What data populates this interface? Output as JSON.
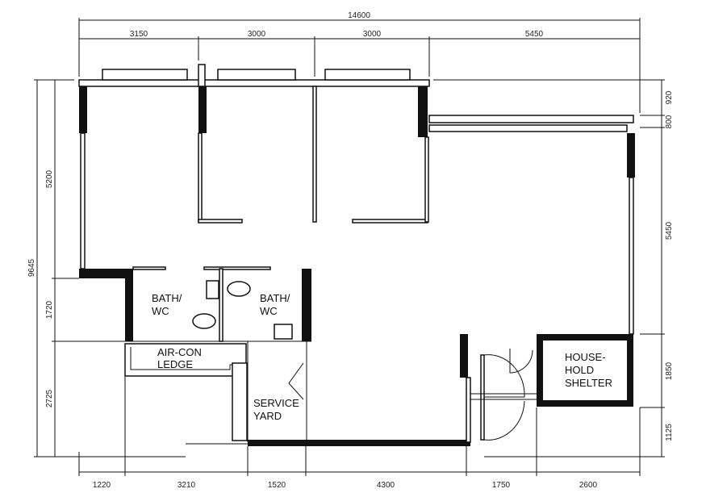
{
  "dimensions": {
    "top_total": "14600",
    "top": [
      "3150",
      "3000",
      "3000",
      "5450"
    ],
    "left_total": "9645",
    "left": [
      "5200",
      "1720",
      "2725"
    ],
    "right": [
      "920",
      "800",
      "5450",
      "1850",
      "1125"
    ],
    "bottom": [
      "1220",
      "3210",
      "1520",
      "4300",
      "1750",
      "2600"
    ]
  },
  "rooms": {
    "bath1": [
      "BATH/",
      "WC"
    ],
    "bath2": [
      "BATH/",
      "WC"
    ],
    "aircon": [
      "AIR-CON",
      "LEDGE"
    ],
    "service": [
      "SERVICE",
      "YARD"
    ],
    "shelter": [
      "HOUSE-",
      "HOLD",
      "SHELTER"
    ]
  }
}
